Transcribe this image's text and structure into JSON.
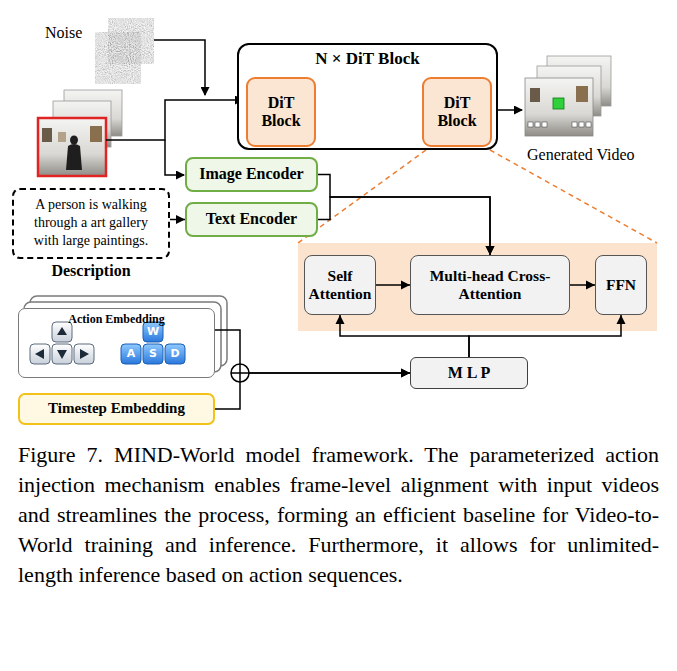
{
  "diagram": {
    "caption": "Figure 7. MIND-World model framework. The parameterized action injection mechanism enables frame-level alignment with input videos and streamlines the process, forming an efficient baseline for Video-to-World training and inference. Furthermore, it allows for unlimited-length inference based on action sequences.",
    "nodes": [
      {
        "text": [
          "N × DiT Block"
        ]
      },
      {
        "text": [
          "DiT Block"
        ],
        "in": 0
      },
      {
        "text": [
          "DiT Block"
        ],
        "in": 0
      },
      {
        "text": [
          "Image Encoder"
        ]
      },
      {
        "text": [
          "Text Encoder"
        ]
      },
      {
        "text": [
          "A person is walking through a art gallery with large paintings.",
          "Description"
        ]
      },
      {
        "text": [
          "Self Attention"
        ]
      },
      {
        "text": [
          "Multi-head Cross-Attention"
        ]
      },
      {
        "text": [
          "FFN"
        ]
      },
      {
        "text": [
          "Action Embedding"
        ]
      },
      {
        "text": [
          "M L P"
        ]
      },
      {
        "text": [
          "Timestep Embedding"
        ]
      }
    ],
    "edges": [
      {
        "from": 1,
        "to": 2,
        "arrow": "to"
      },
      {
        "from": 5,
        "to": 4,
        "arrow": "to"
      },
      {
        "from": 3,
        "to": 7,
        "arrow": "to"
      },
      {
        "from": 4,
        "to": 7,
        "arrow": "to"
      },
      {
        "from": 6,
        "to": 7,
        "arrow": "to"
      },
      {
        "from": 7,
        "to": 8,
        "arrow": "to"
      },
      {
        "from": 9,
        "to": 10,
        "arrow": "to"
      },
      {
        "from": 11,
        "to": 10,
        "arrow": "to"
      },
      {
        "from": 10,
        "to": 6,
        "arrow": "to"
      },
      {
        "from": 10,
        "to": 8,
        "arrow": "to"
      }
    ],
    "labels": [
      "Noise",
      "Generated Video",
      "W",
      "A",
      "S",
      "D"
    ]
  }
}
